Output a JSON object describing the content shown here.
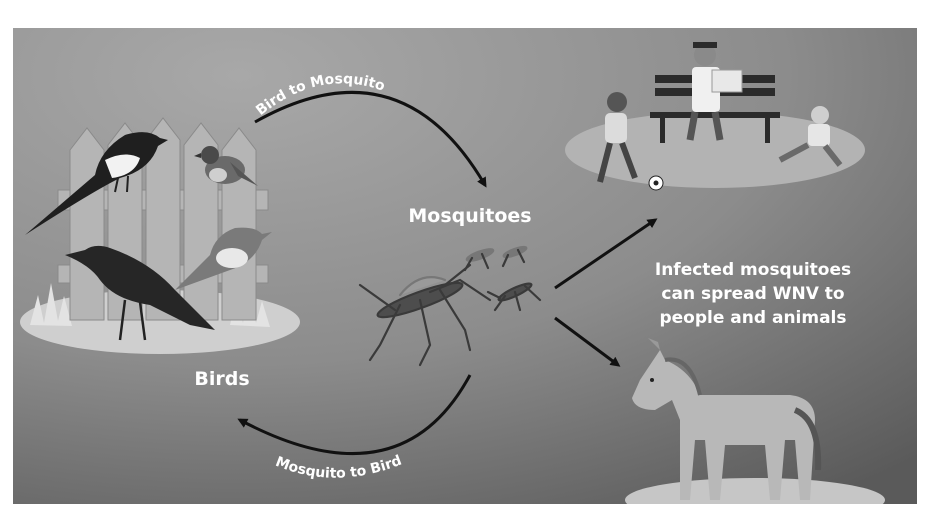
{
  "diagram": {
    "labels": {
      "bird_to_mosquito": "Bird to Mosquito",
      "mosquito_to_bird": "Mosquito to Bird",
      "mosquitoes": "Mosquitoes",
      "birds": "Birds",
      "spread": [
        "Infected mosquitoes",
        "can spread WNV to",
        "people and animals"
      ]
    },
    "icons": [
      "magpie-icon",
      "sparrow-icon",
      "robin-icon",
      "crow-icon",
      "fence-icon",
      "mosquito-icon",
      "person-on-bench-icon",
      "child-icon",
      "ball-icon",
      "horse-icon"
    ]
  }
}
